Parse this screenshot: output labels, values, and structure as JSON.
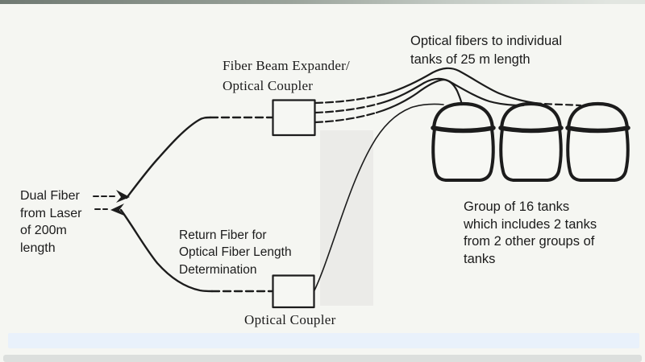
{
  "labels": {
    "beam_expander": "Fiber Beam Expander/\nOptical Coupler",
    "fibers_to_tanks": "Optical fibers to individual\ntanks of 25 m length",
    "dual_fiber": "Dual Fiber\nfrom Laser\nof 200m\nlength",
    "return_fiber": "Return Fiber for\nOptical Fiber Length\nDetermination",
    "optical_coupler": "Optical Coupler",
    "tank_group": "Group of 16 tanks\nwhich includes 2 tanks\nfrom 2 other groups of\ntanks"
  },
  "diagram": {
    "visible_tank_count": 3,
    "fiber_length_to_tanks": "25 m",
    "laser_fiber_length": "200m",
    "tanks_per_group": 16
  },
  "colors": {
    "background": "#f5f6f2",
    "line": "#1c1c1c",
    "scan_shadow": "#ebebe8",
    "highlight_strip": "#e9f1fb",
    "bottom_strip": "#dcdfdd"
  }
}
